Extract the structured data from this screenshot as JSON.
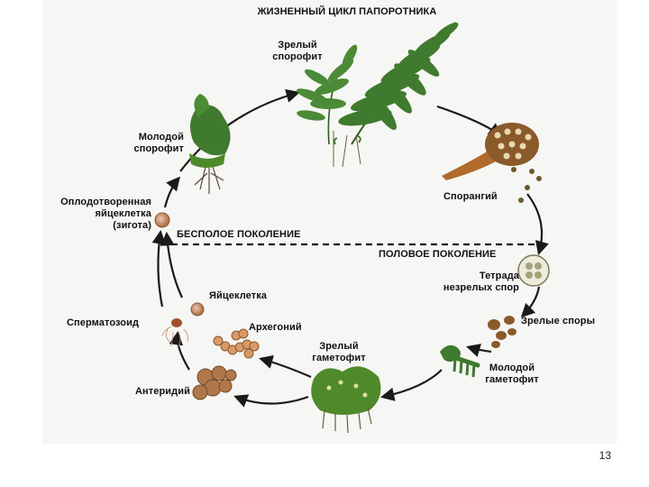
{
  "title": "ЖИЗНЕННЫЙ ЦИКЛ ПАПОРОТНИКА",
  "zones": {
    "asexual": "БЕСПОЛОЕ ПОКОЛЕНИЕ",
    "sexual": "ПОЛОВОЕ ПОКОЛЕНИЕ"
  },
  "stages": {
    "mature_sporophyte": "Зрелый\nспорофит",
    "sporangium": "Спорангий",
    "tetrad": "Тетрада\nнезрелых спор",
    "mature_spores": "Зрелые споры",
    "young_gametophyte": "Молодой\nгаметофит",
    "mature_gametophyte": "Зрелый\nгаметофит",
    "antheridium": "Антеридий",
    "archegonium": "Архегоний",
    "egg": "Яйцеклетка",
    "sperm": "Сперматозоид",
    "zygote": "Оплодотворенная\nяйцеклетка\n(зигота)",
    "young_sporophyte": "Молодой\nспорофит"
  },
  "page_number": "13",
  "colors": {
    "frond": "#3f7a2e",
    "moss": "#4e8a2a",
    "brown": "#8a5a2a",
    "arrow": "#1a1a1a"
  }
}
